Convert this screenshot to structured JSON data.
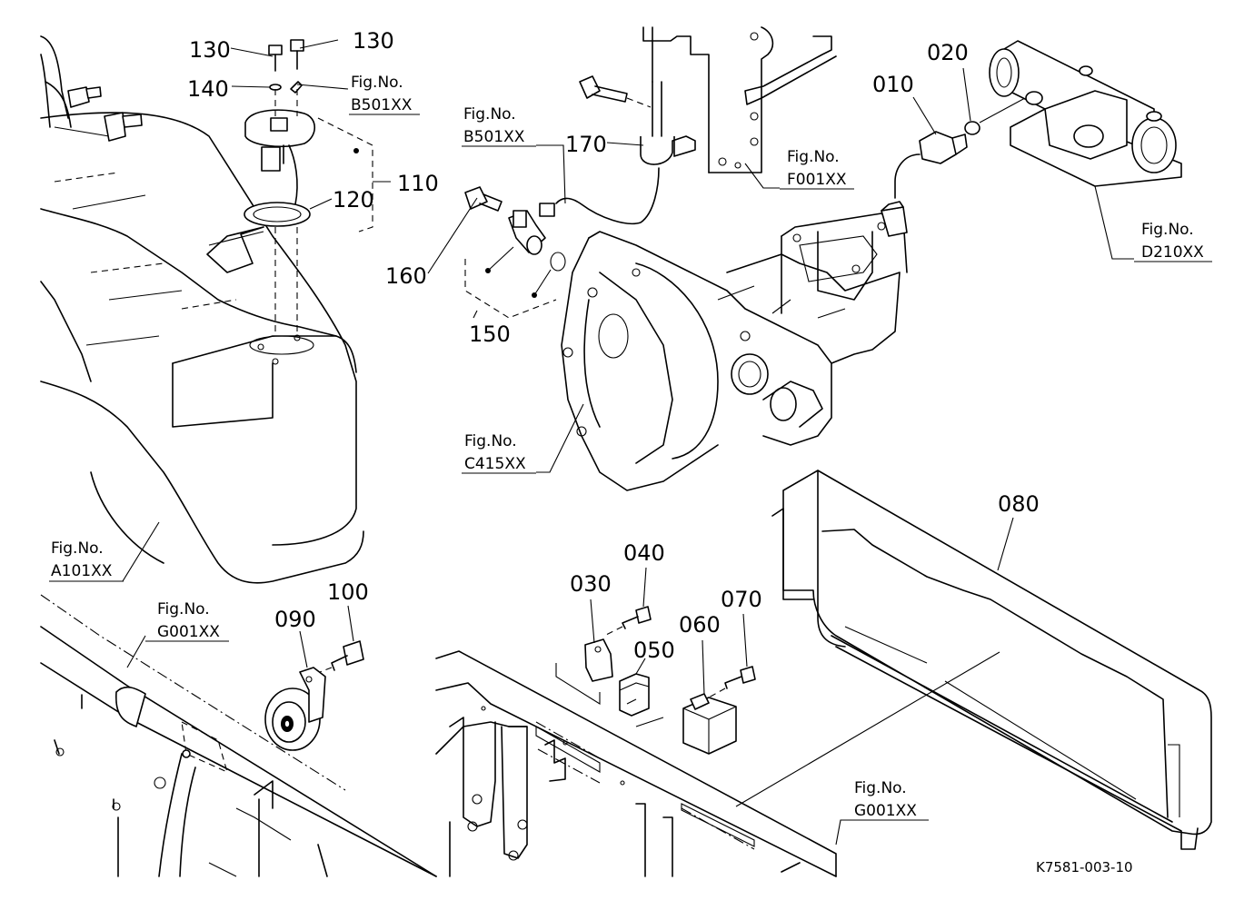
{
  "callouts": {
    "c130a": "130",
    "c130b": "130",
    "c140": "140",
    "c110": "110",
    "c120": "120",
    "c160": "160",
    "c150": "150",
    "c170": "170",
    "c010": "010",
    "c020": "020",
    "c080": "080",
    "c030": "030",
    "c040": "040",
    "c050": "050",
    "c060": "060",
    "c070": "070",
    "c090": "090",
    "c100": "100"
  },
  "refs": {
    "fig_label": "Fig.No.",
    "b501_top": "B501XX",
    "b501_mid": "B501XX",
    "f001": "F001XX",
    "d210": "D210XX",
    "c415": "C415XX",
    "a101": "A101XX",
    "g001_left": "G001XX",
    "g001_right": "G001XX"
  },
  "diagram_code": "K7581-003-10"
}
